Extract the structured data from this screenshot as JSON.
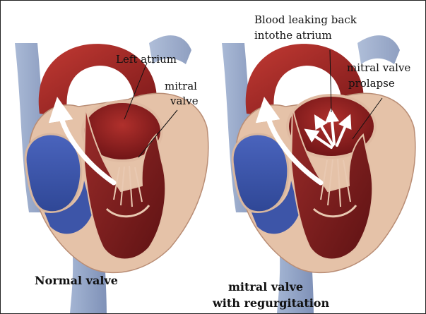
{
  "left_panel": {
    "labels": {
      "left_atrium": "Left atrium",
      "mitral_line1": "mitral",
      "mitral_line2": "valve"
    },
    "caption": "Normal valve"
  },
  "right_panel": {
    "labels": {
      "leak_line1": "Blood leaking back",
      "leak_line2": "intothe atrium",
      "prolapse_line1": "mitral valve",
      "prolapse_line2": "prolapse"
    },
    "caption_line1": "mitral valve",
    "caption_line2": "with regurgitation"
  },
  "colors": {
    "vessel_blue": "#6f86b3",
    "chamber_blue": "#3e58b0",
    "muscle_red": "#8e1f20",
    "cavity_red": "#7d1618",
    "wall_tan": "#e9c9b2",
    "flow_arrow": "#ffffff"
  },
  "icons": [
    "heart-diagram",
    "flow-arrow",
    "leak-arrows"
  ]
}
